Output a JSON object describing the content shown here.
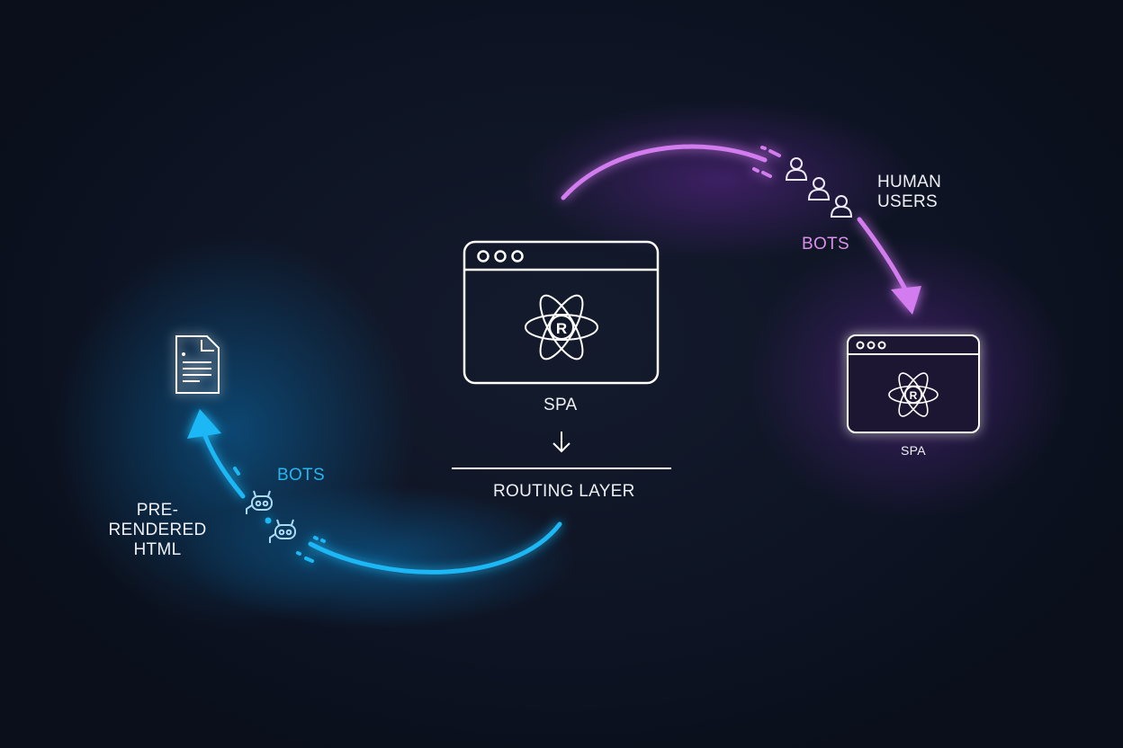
{
  "center": {
    "app_label": "SPA",
    "logo_letter": "R",
    "routing_label": "ROUTING LAYER"
  },
  "right": {
    "app_label": "SPA",
    "logo_letter": "R",
    "users_label_line1": "HUMAN",
    "users_label_line2": "USERS",
    "bots_label": "BOTS"
  },
  "left": {
    "bots_label": "BOTS",
    "output_label_line1": "PRE-RENDERED",
    "output_label_line2": "HTML"
  },
  "colors": {
    "cyan": "#1ab8f5",
    "purple": "#d27cf0",
    "background": "#0d1322"
  }
}
